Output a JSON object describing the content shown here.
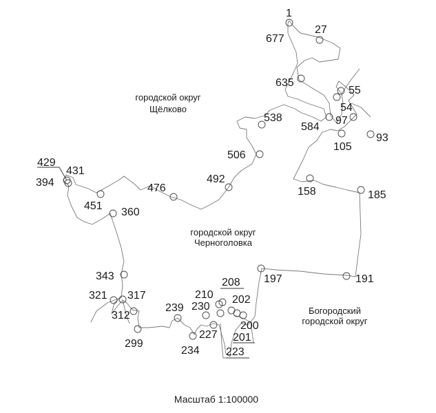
{
  "map": {
    "scale": "Масштаб 1:100000",
    "regions": [
      {
        "id": "shchelkovo",
        "lines": [
          "городской округ",
          "Щёлково"
        ]
      },
      {
        "id": "chernogolovka",
        "lines": [
          "городской округ",
          "Черноголовка"
        ]
      },
      {
        "id": "bogorodsky",
        "lines": [
          "Богородский",
          "городской округ"
        ]
      }
    ],
    "points": [
      "1",
      "27",
      "677",
      "635",
      "55",
      "54",
      "97",
      "93",
      "584",
      "538",
      "105",
      "506",
      "158",
      "185",
      "492",
      "476",
      "429",
      "431",
      "394",
      "451",
      "360",
      "343",
      "321",
      "317",
      "312",
      "299",
      "239",
      "234",
      "230",
      "227",
      "210",
      "208",
      "202",
      "200",
      "201",
      "223",
      "197",
      "191"
    ]
  }
}
